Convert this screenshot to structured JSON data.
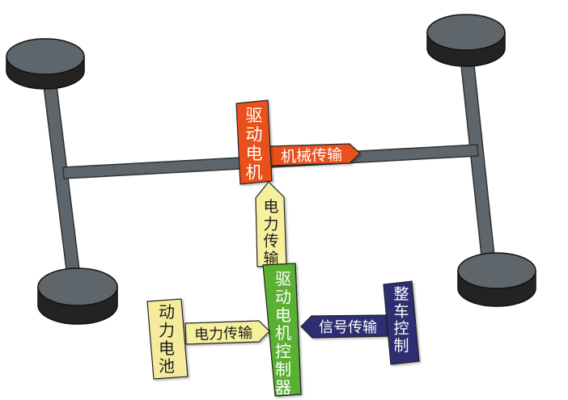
{
  "blocks": {
    "motor": "驱动电机",
    "controller": "驱动电机控制器",
    "battery": "动力电池",
    "vcu": "整车控制"
  },
  "arrows": {
    "mechanical": "机械传输",
    "power_to_motor": "电力传输",
    "power_from_battery": "电力传输",
    "signal": "信号传输"
  },
  "colors": {
    "motor": "#e8511f",
    "controller": "#5ab033",
    "battery": "#f4ec9c",
    "vcu": "#2f2d73",
    "power_arrow": "#f6ef9e",
    "signal_arrow": "#2f2d73",
    "mechanical_arrow": "#e8511f",
    "axle": "#5f666b",
    "wheel_side": "#232323",
    "wheel_top": "#5f666b"
  }
}
